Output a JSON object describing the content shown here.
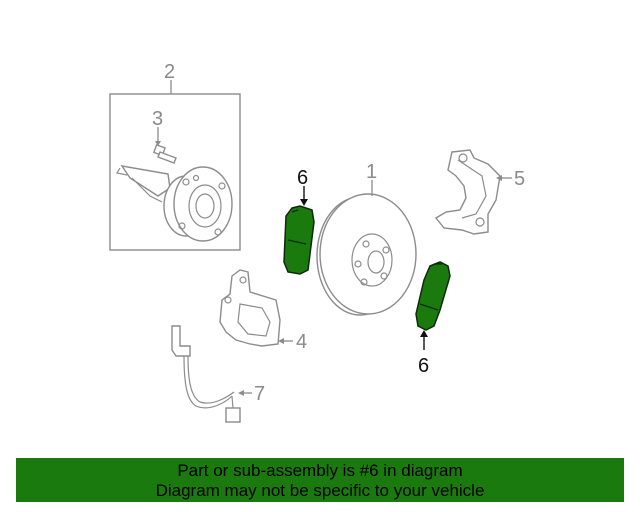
{
  "callouts": {
    "c1": "1",
    "c2": "2",
    "c3": "3",
    "c4": "4",
    "c5": "5",
    "c6_left": "6",
    "c6_right": "6",
    "c7": "7"
  },
  "banner": {
    "line1": "Part or sub-assembly is #6 in diagram",
    "line2": "Diagram may not be specific to your vehicle"
  },
  "colors": {
    "highlight": "#1b7a0e",
    "part_outline": "#8c8c8c",
    "highlight_outline": "#0d2b08"
  }
}
